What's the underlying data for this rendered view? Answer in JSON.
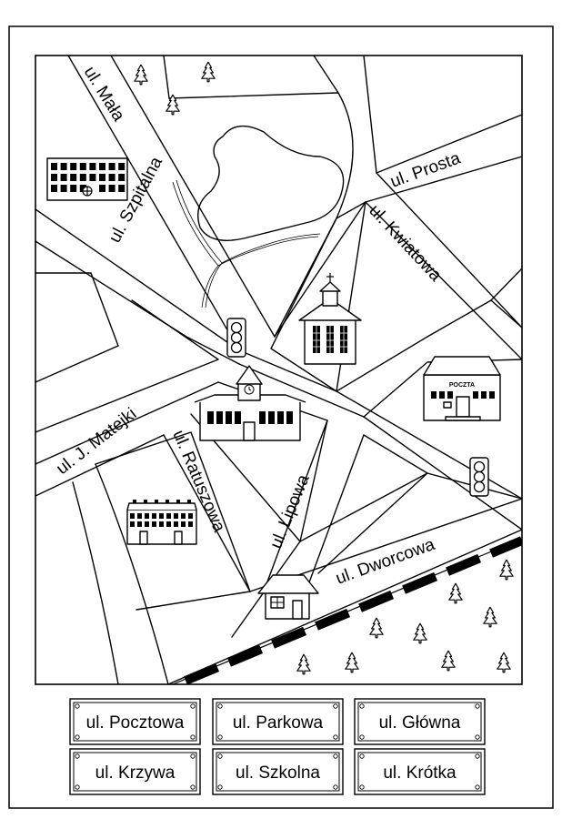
{
  "map": {
    "street_labels": {
      "mala": "ul. Mała",
      "szpitalna": "ul. Szpitalna",
      "prosta": "ul. Prosta",
      "kwiatowa": "ul. Kwiatowa",
      "matejki": "ul. J. Matejki",
      "ratuszowa": "ul. Ratuszowa",
      "lipowa": "ul. Lipowa",
      "dworcowa": "ul. Dworcowa"
    },
    "post_office_sign": "POCZTA"
  },
  "name_plates": [
    {
      "label": "ul. Pocztowa"
    },
    {
      "label": "ul. Parkowa"
    },
    {
      "label": "ul. Główna"
    },
    {
      "label": "ul. Krzywa"
    },
    {
      "label": "ul. Szkolna"
    },
    {
      "label": "ul. Krótka"
    }
  ],
  "colors": {
    "ink": "#000000",
    "paper": "#ffffff"
  }
}
